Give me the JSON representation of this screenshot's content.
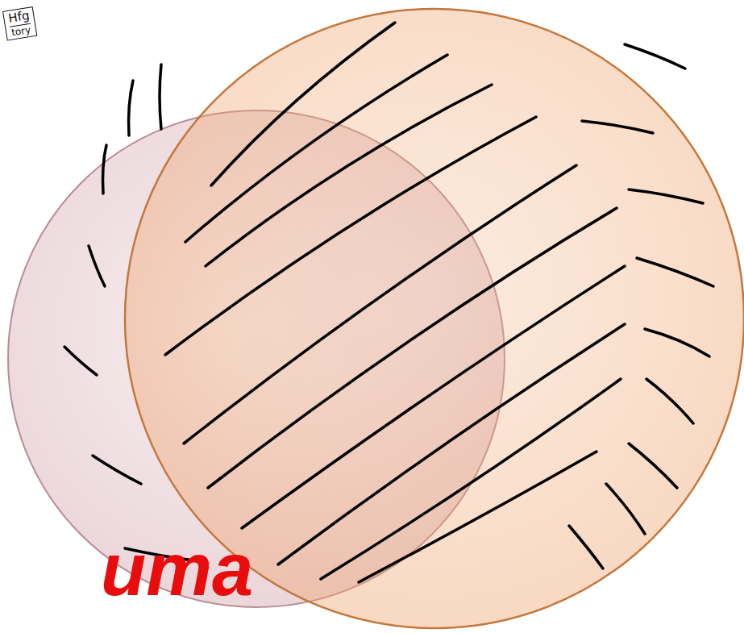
{
  "diagram": {
    "nodes": [
      {
        "text": [
          "Hfg",
          "tory"
        ]
      }
    ],
    "labels": [
      "uma"
    ]
  }
}
